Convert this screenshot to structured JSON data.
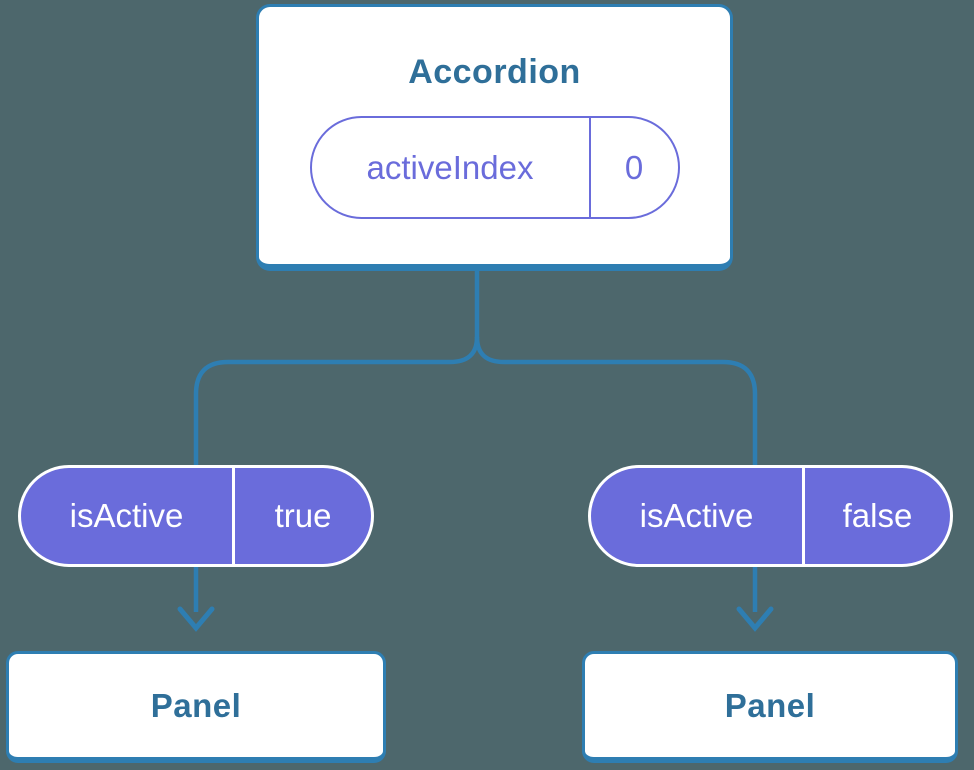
{
  "theme": {
    "background": "#4D676C",
    "line_blue": "#2E7EB2",
    "node_border": "#2E7EB2",
    "node_text": "#2F6F99",
    "pill_purple": "#6A6CDB",
    "pill_text_white": "#FFFFFF",
    "node_fill": "#FFFFFF"
  },
  "diagram": {
    "root": {
      "title": "Accordion",
      "state": {
        "name": "activeIndex",
        "value": "0"
      }
    },
    "props": [
      {
        "name": "isActive",
        "value": "true"
      },
      {
        "name": "isActive",
        "value": "false"
      }
    ],
    "children": [
      {
        "title": "Panel"
      },
      {
        "title": "Panel"
      }
    ]
  }
}
